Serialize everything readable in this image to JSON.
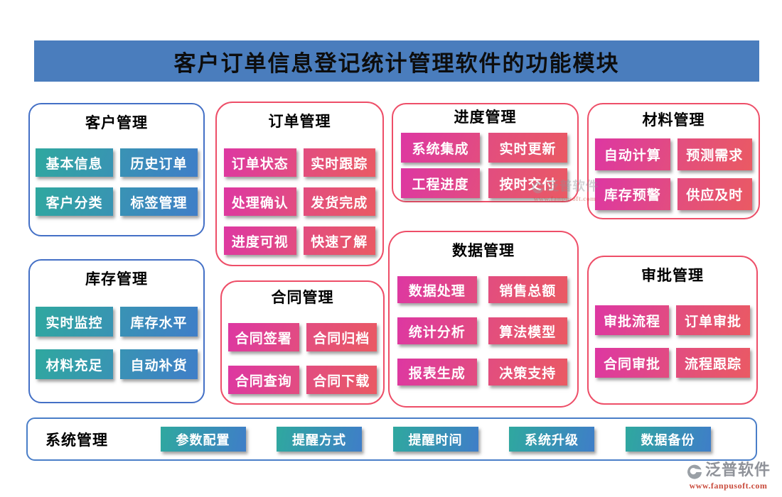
{
  "header": {
    "title": "客户订单信息登记统计管理软件的功能模块"
  },
  "cards": [
    {
      "id": "customer",
      "title": "客户管理",
      "theme": "blue",
      "buttons": [
        "基本信息",
        "历史订单",
        "客户分类",
        "标签管理"
      ]
    },
    {
      "id": "order",
      "title": "订单管理",
      "theme": "pink",
      "buttons": [
        "订单状态",
        "实时跟踪",
        "处理确认",
        "发货完成",
        "进度可视",
        "快速了解"
      ]
    },
    {
      "id": "progress",
      "title": "进度管理",
      "theme": "pink",
      "buttons": [
        "系统集成",
        "实时更新",
        "工程进度",
        "按时交付"
      ]
    },
    {
      "id": "material",
      "title": "材料管理",
      "theme": "pink",
      "buttons": [
        "自动计算",
        "预测需求",
        "库存预警",
        "供应及时"
      ]
    },
    {
      "id": "inventory",
      "title": "库存管理",
      "theme": "blue",
      "buttons": [
        "实时监控",
        "库存水平",
        "材料充足",
        "自动补货"
      ]
    },
    {
      "id": "contract",
      "title": "合同管理",
      "theme": "pink",
      "buttons": [
        "合同签署",
        "合同归档",
        "合同查询",
        "合同下载"
      ]
    },
    {
      "id": "data",
      "title": "数据管理",
      "theme": "pink",
      "buttons": [
        "数据处理",
        "销售总额",
        "统计分析",
        "算法模型",
        "报表生成",
        "决策支持"
      ]
    },
    {
      "id": "approval",
      "title": "审批管理",
      "theme": "pink",
      "buttons": [
        "审批流程",
        "订单审批",
        "合同审批",
        "流程跟踪"
      ]
    }
  ],
  "system_bar": {
    "title": "系统管理",
    "buttons": [
      "参数配置",
      "提醒方式",
      "提醒时间",
      "系统升级",
      "数据备份"
    ]
  },
  "watermark": {
    "brand": "泛普软件",
    "url": "www.fanpusoft.com"
  },
  "colors": {
    "header_blue": "#4a7dbd",
    "blue_card_border": "#4470c6",
    "pink_card_border": "#ee4e68",
    "teal_button_start": "#2fa89f",
    "blue_button_end": "#3f7ec8",
    "magenta_button_start": "#dd37a2",
    "red_button_end": "#ea5a63",
    "title_text": "#0d0d0d",
    "button_text": "#ffffff",
    "logo_gray": "#8f9299",
    "url_red": "#c94b3c"
  }
}
